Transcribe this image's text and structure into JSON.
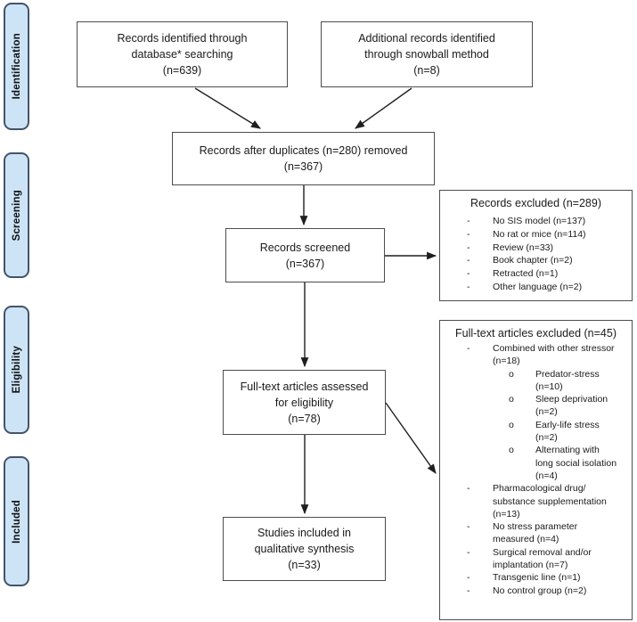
{
  "diagram": {
    "stages": [
      {
        "label": "Identification"
      },
      {
        "label": "Screening"
      },
      {
        "label": "Eligibility"
      },
      {
        "label": "Included"
      }
    ],
    "boxes": {
      "records_identified": "Records identified through\ndatabase* searching\n(n=639)",
      "additional_records": "Additional records identified\nthrough snowball method\n(n=8)",
      "duplicates_removed": "Records after duplicates (n=280) removed\n(n=367)",
      "records_screened": "Records screened\n(n=367)",
      "fulltext_assessed": "Full-text articles assessed\nfor eligibility\n(n=78)",
      "studies_included": "Studies included in\nqualitative synthesis\n(n=33)"
    },
    "records_excluded": {
      "title": "Records excluded (n=289)",
      "items": [
        {
          "bullet": "-",
          "text": "No SIS model (n=137)"
        },
        {
          "bullet": "-",
          "text": "No rat or mice (n=114)"
        },
        {
          "bullet": "-",
          "text": "Review (n=33)"
        },
        {
          "bullet": "-",
          "text": "Book chapter (n=2)"
        },
        {
          "bullet": "-",
          "text": "Retracted (n=1)"
        },
        {
          "bullet": "-",
          "text": "Other language (n=2)"
        }
      ]
    },
    "fulltext_excluded": {
      "title": "Full-text articles excluded (n=45)",
      "items": [
        {
          "bullet": "-",
          "level": 1,
          "text": "Combined with other stressor\n(n=18)"
        },
        {
          "bullet": "o",
          "level": 2,
          "text": "Predator-stress\n(n=10)"
        },
        {
          "bullet": "o",
          "level": 2,
          "text": "Sleep deprivation\n(n=2)"
        },
        {
          "bullet": "o",
          "level": 2,
          "text": "Early-life stress\n(n=2)"
        },
        {
          "bullet": "o",
          "level": 2,
          "text": "Alternating with\nlong social isolation\n(n=4)"
        },
        {
          "bullet": "-",
          "level": 1,
          "text": "Pharmacological drug/\nsubstance supplementation\n(n=13)"
        },
        {
          "bullet": "-",
          "level": 1,
          "text": "No stress parameter\nmeasured (n=4)"
        },
        {
          "bullet": "-",
          "level": 1,
          "text": "Surgical removal and/or\nimplantation (n=7)"
        },
        {
          "bullet": "-",
          "level": 1,
          "text": "Transgenic line (n=1)"
        },
        {
          "bullet": "-",
          "level": 1,
          "text": "No control group (n=2)"
        }
      ]
    },
    "colors": {
      "stage_fill": "#cde4f7",
      "stage_border": "#44546a",
      "box_border": "#4d4d4d",
      "arrow": "#1f1f1f"
    }
  }
}
